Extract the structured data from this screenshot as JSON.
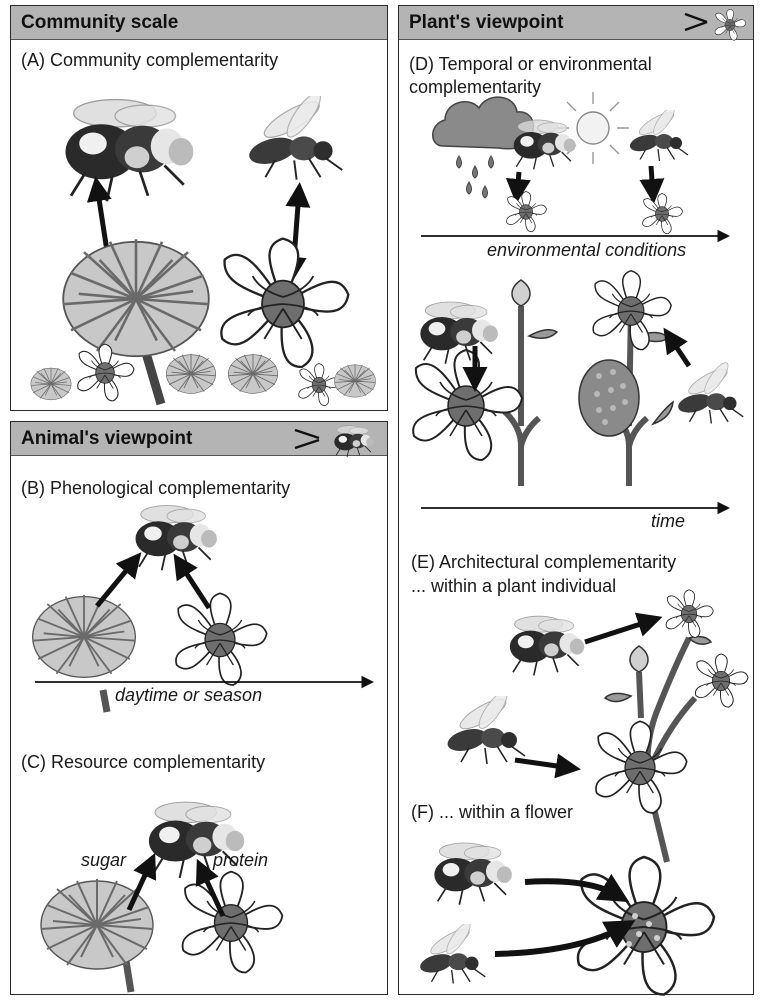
{
  "panels": {
    "community": {
      "title": "Community scale"
    },
    "animal": {
      "title": "Animal's viewpoint"
    },
    "plant": {
      "title": "Plant's viewpoint"
    }
  },
  "labels": {
    "a": "(A) Community complementarity",
    "b": "(B) Phenological complementarity",
    "b_axis": "daytime or season",
    "c": "(C) Resource complementarity",
    "c_sugar": "sugar",
    "c_protein": "protein",
    "d_line1": "(D) Temporal or environmental",
    "d_line2": "complementarity",
    "d_axis1": "environmental conditions",
    "d_axis2": "time",
    "e_line1": "(E) Architectural complementarity",
    "e_line2": "... within a plant individual",
    "f": "(F) ... within a flower"
  },
  "icons": [
    "bumblebee-icon",
    "solitary-bee-icon",
    "dandelion-flower-icon",
    "white-flower-icon",
    "rain-cloud-icon",
    "sun-icon",
    "fruit-icon",
    "arrow-icon"
  ]
}
